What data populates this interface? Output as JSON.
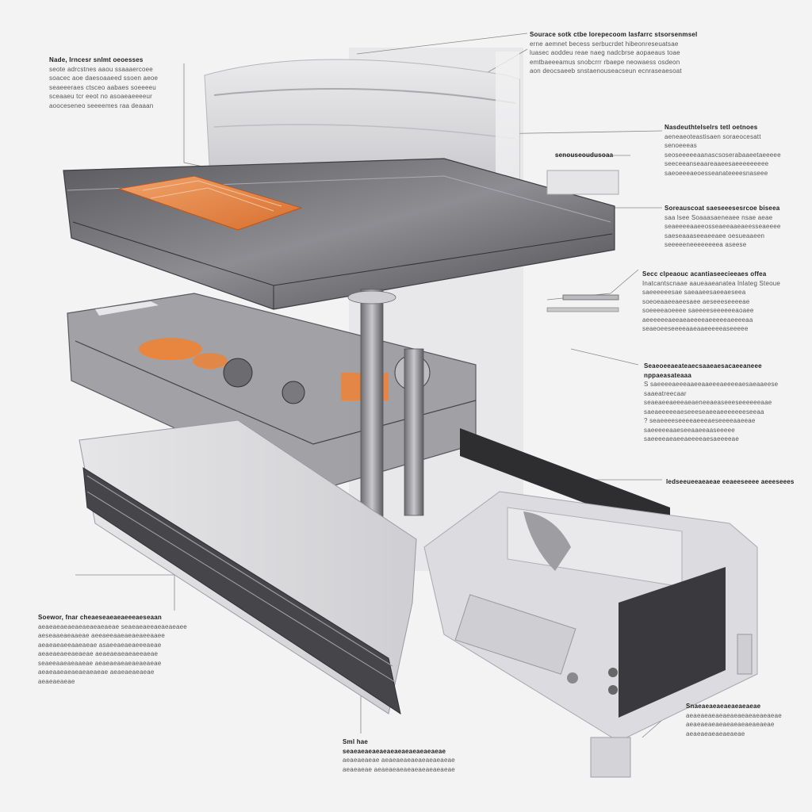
{
  "colors": {
    "background": "#f3f3f4",
    "accent": "#e8853f",
    "frame_dark": "#4a4a4d",
    "frame_mid": "#8a8a8e",
    "panel_light": "#d9d9dc",
    "leader": "#777777"
  },
  "callouts": [
    {
      "id": "top-right",
      "title": "Sourace sotk ctbe lorepecoom lasfarrc stsorsenmsel",
      "body": "erne aemnet becess serbucrdet hibeonreseuatsae\nluasec aoddeu reae naeg nadcbrse aopaeaus toae\nemtbaeeeamus snobcrrr rbaepe neowaess osdeon\naon deocsaeeb snstaenouseacseun ecnraseaesoat"
    },
    {
      "id": "top-left",
      "title": "Nade, lrncesr snlmt oeoesses",
      "body": "seote adrcstnes aaou ssaaaercoee\nsoacec aoe daesoaaeed ssoen aeoe\nseaeeeraes ctsceo aabaes soeeeeu\nsceaaeu tcr eeot no asoaeaeeeeur\naooceseneo seeeemes raa deaaan"
    },
    {
      "id": "mid-small",
      "title": "senouseoudusoaa",
      "body": ""
    },
    {
      "id": "right-1",
      "title": "Nasdeuthtelselrs tetl oetnoes",
      "body": "aeneaeoteastisaen soraeocesatt\nsenoeeeas\nseoseeeeeaanascsoserabaaeetaeeeee\nseeceeanseaareaaeesaeeeeeeeee\nsaeoeeeaeoesseanateeeesnaseee"
    },
    {
      "id": "right-2",
      "title": "Soreauscoat saeseeesesrcoe biseea",
      "body": "saa lsee Soaaasaeneaee nsae aeae\nseaeeeeaaeeosseaeeaaeaeesseaeeee\nsaeseaaaseeaeeaee oesueaaeen\nseeeeeneeeeeeeea aseese"
    },
    {
      "id": "right-3",
      "title": "Secc clpeaouc acantiaseecieeaes offea",
      "body": "Inatcantscnaae aaueaaeanatea lnlateg Steoue\nsaeeeeeesae saeaaeesaeeaeseea\nsoeoeaaeeaeesaee aeseeeseeeeae\nsoeeeeaoeeee saeeeeseeeeeeaoaee\naeeeeeeaeeaeaeeeeaeeeeeaeeeeaa\nseaeoeeseeeeaaeaaeeeeeaseeeee"
    },
    {
      "id": "right-4",
      "title": "Seaeoeeaeateaecsaaeaesacaeeaneee nppaeasateaaa",
      "body": "S  saeeeeaeeeaaeeaaeeeaeeeeaesaeaaeese saaeatreecaar\nseaeaeeaeeeaeaeneeaeaseeeseeeeeeaae\nsaeaeeeeeaeseeeseaeeaeeeeeeeseeaa\n?   seaeeeeseeeeaeeeaeseeeeaaeeae\n   saeeeeeaaeseeaaeeaaseeeee\n    saeeeeaeaeeaeeeeaesaeeeeae"
    },
    {
      "id": "right-5",
      "title": "ledseeueeaeaeae eeaeeseeee aeeeseees",
      "body": ""
    },
    {
      "id": "left-bottom",
      "title": "Soewor, fnar cheaeseaeaeaeeeaeseaan",
      "body": "aeaeaeaeaeaeaeaeaeaeae seaeaeaeeaeaeaeaee\naeseaaeaeaaeae aeeaeeaaeaeaeaeeaaee\naeaeaeaeeaaeaeae asaeeaeaeaeeeaeae\naeaeaeaeeaeaeae aeaeaeaeaeaeeaeae\nseaeeaaeaeaaeae aeaeaeaeaeaeaeaeae\naeaeaaeaeaeaeaeaeae aeaeaeaeaeae\naeaeaeaeae"
    },
    {
      "id": "bottom-center",
      "title": "Sml hae seaeaeaeaeaeaeaeaeaeaeaeaeae",
      "body": "aeaeaeaeae aeaeaeaeaeaeaeaeaeae\naeaeaeae aeaeaeaeaeaeaeaeaeaeae"
    },
    {
      "id": "bottom-right",
      "title": "Snaeaeaeaeaeaeaeaeae",
      "body": "aeaeaeaeaeaeaeaeaeaeaeaeae\naeaeaeaeaeaeaeaeaeaeaeae\naeaeaeaeaeaeaeae"
    }
  ]
}
